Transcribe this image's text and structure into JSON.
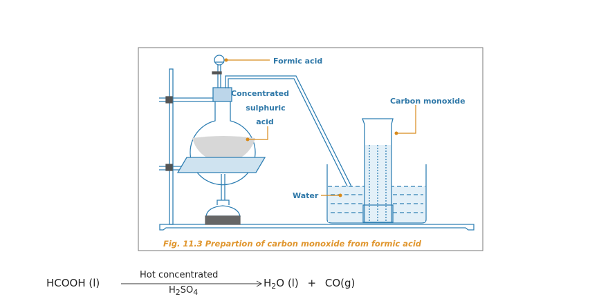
{
  "figure": {
    "labels": {
      "formic_acid": "Formic acid",
      "concentrated": "Concentrated",
      "sulphuric": "sulphuric",
      "acid": "acid",
      "carbon_monoxide": "Carbon monoxide",
      "water": "Water"
    },
    "caption": "Fig. 11.3 Prepartion of carbon monoxide from formic acid"
  },
  "equation": {
    "reactant": "HCOOH (l)",
    "condition_top": "Hot concentrated",
    "condition_bottom_main": "H",
    "condition_bottom_sub1": "2",
    "condition_bottom_mid": "SO",
    "condition_bottom_sub2": "4",
    "product1_main": "H",
    "product1_sub": "2",
    "product1_rest": "O (l)",
    "plus": "+",
    "product2": "CO(g)"
  },
  "colors": {
    "line": "#2f7fb3",
    "callout": "#d88a1a",
    "caption": "#e0962e"
  }
}
